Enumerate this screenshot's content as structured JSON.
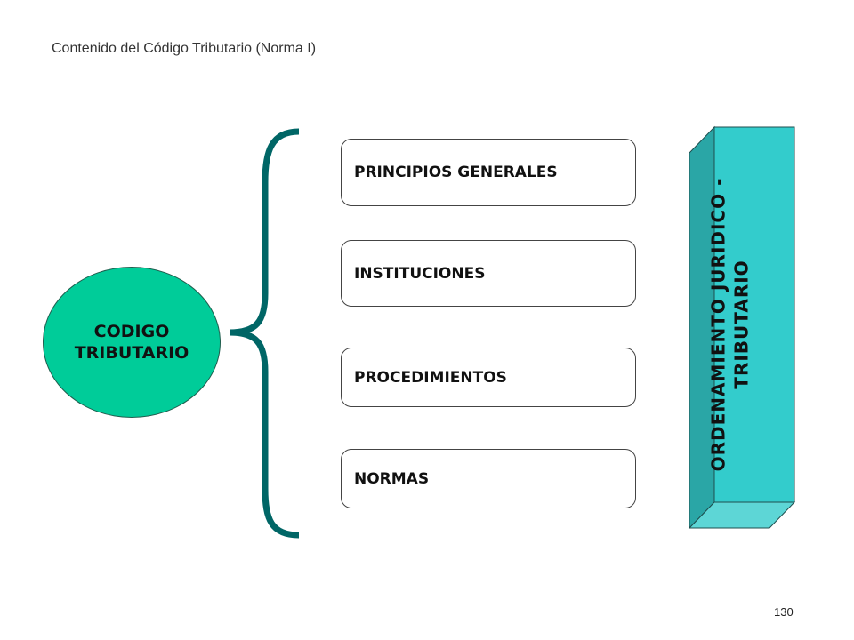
{
  "title": "Contenido del Código Tributario (Norma I)",
  "center_node": {
    "line1": "CODIGO",
    "line2": "TRIBUTARIO"
  },
  "items": [
    {
      "label": "PRINCIPIOS GENERALES"
    },
    {
      "label": "INSTITUCIONES"
    },
    {
      "label": "PROCEDIMIENTOS"
    },
    {
      "label": "NORMAS"
    }
  ],
  "side_block": {
    "line1": "ORDENAMIENTO JURIDICO -",
    "line2": "TRIBUTARIO"
  },
  "page_number": "130",
  "colors": {
    "ellipse_fill": "#00cc99",
    "brace": "#006666",
    "block_front": "#33cccc",
    "block_side": "#2aa6a6",
    "block_bottom": "#5dd6d6"
  }
}
